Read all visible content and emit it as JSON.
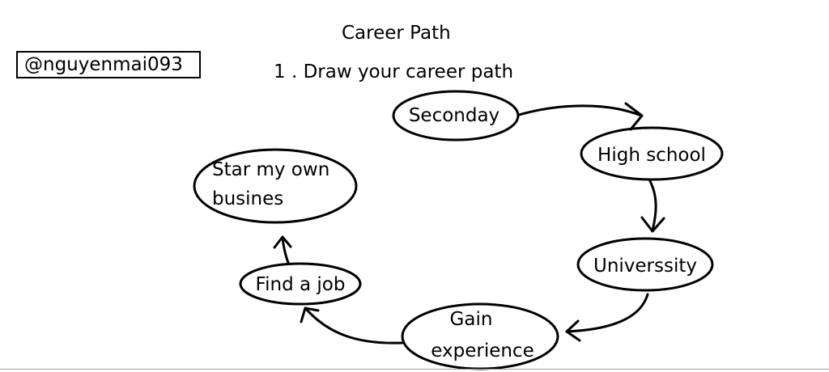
{
  "title": "Career Path",
  "instruction": "1 . Draw your career path",
  "watermark": "@nguyenmai093",
  "nodes": {
    "secondary": {
      "label": "Seconday"
    },
    "high_school": {
      "label": "High school"
    },
    "university": {
      "label": "Universsity"
    },
    "gain_experience": {
      "lines": [
        "Gain",
        "experience"
      ]
    },
    "find_job": {
      "label": "Find a job"
    },
    "own_business": {
      "lines": [
        "Star my own",
        "busines"
      ]
    }
  }
}
